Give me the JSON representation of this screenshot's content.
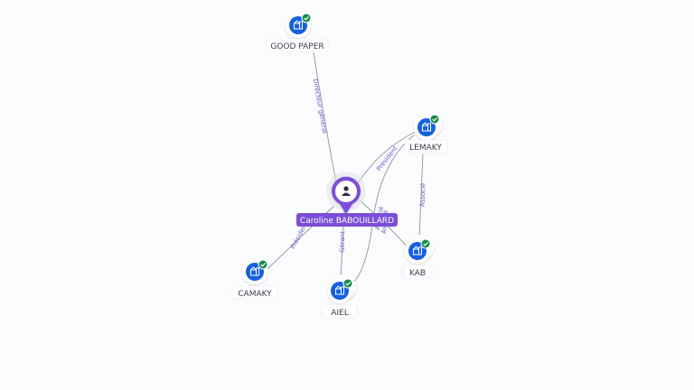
{
  "graph": {
    "person": {
      "name": "Caroline BABOUILLARD",
      "icon": "person-icon",
      "color": "#7b4fd8"
    },
    "companies": [
      {
        "id": "good-paper",
        "name": "GOOD PAPER",
        "icon": "building-icon",
        "verified": true
      },
      {
        "id": "lemaky",
        "name": "LEMAKY",
        "icon": "building-icon",
        "verified": true
      },
      {
        "id": "kab",
        "name": "KAB",
        "icon": "building-icon",
        "verified": true
      },
      {
        "id": "aiel",
        "name": "AIEL",
        "icon": "building-icon",
        "verified": true
      },
      {
        "id": "camaky",
        "name": "CAMAKY",
        "icon": "building-icon",
        "verified": true
      }
    ],
    "relations": [
      {
        "from": "person",
        "to": "good-paper",
        "label": "Directeur général"
      },
      {
        "from": "person",
        "to": "lemaky",
        "label": "Président"
      },
      {
        "from": "person",
        "to": "camaky",
        "label": "Président"
      },
      {
        "from": "person",
        "to": "aiel",
        "label": "Gérant"
      },
      {
        "from": "person",
        "to": "kab",
        "label": "Associé"
      },
      {
        "from": "lemaky",
        "to": "kab",
        "label": "Associé"
      },
      {
        "from": "lemaky",
        "to": "aiel",
        "label": "Associé"
      }
    ],
    "colors": {
      "company_icon": "#1560e0",
      "verified_badge": "#1a8a4a",
      "edge": "#8f939e",
      "edge_label": "#6b5fc4"
    }
  }
}
